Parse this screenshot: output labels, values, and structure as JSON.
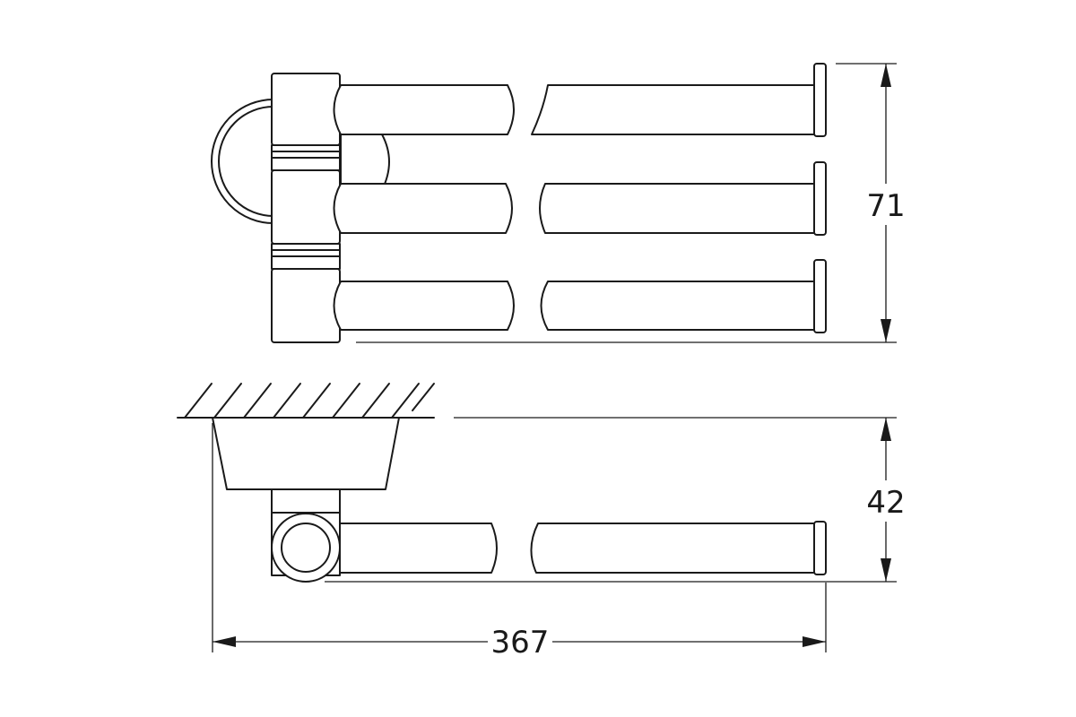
{
  "dimensions": {
    "height_front": "71",
    "depth_top": "42",
    "length": "367"
  }
}
